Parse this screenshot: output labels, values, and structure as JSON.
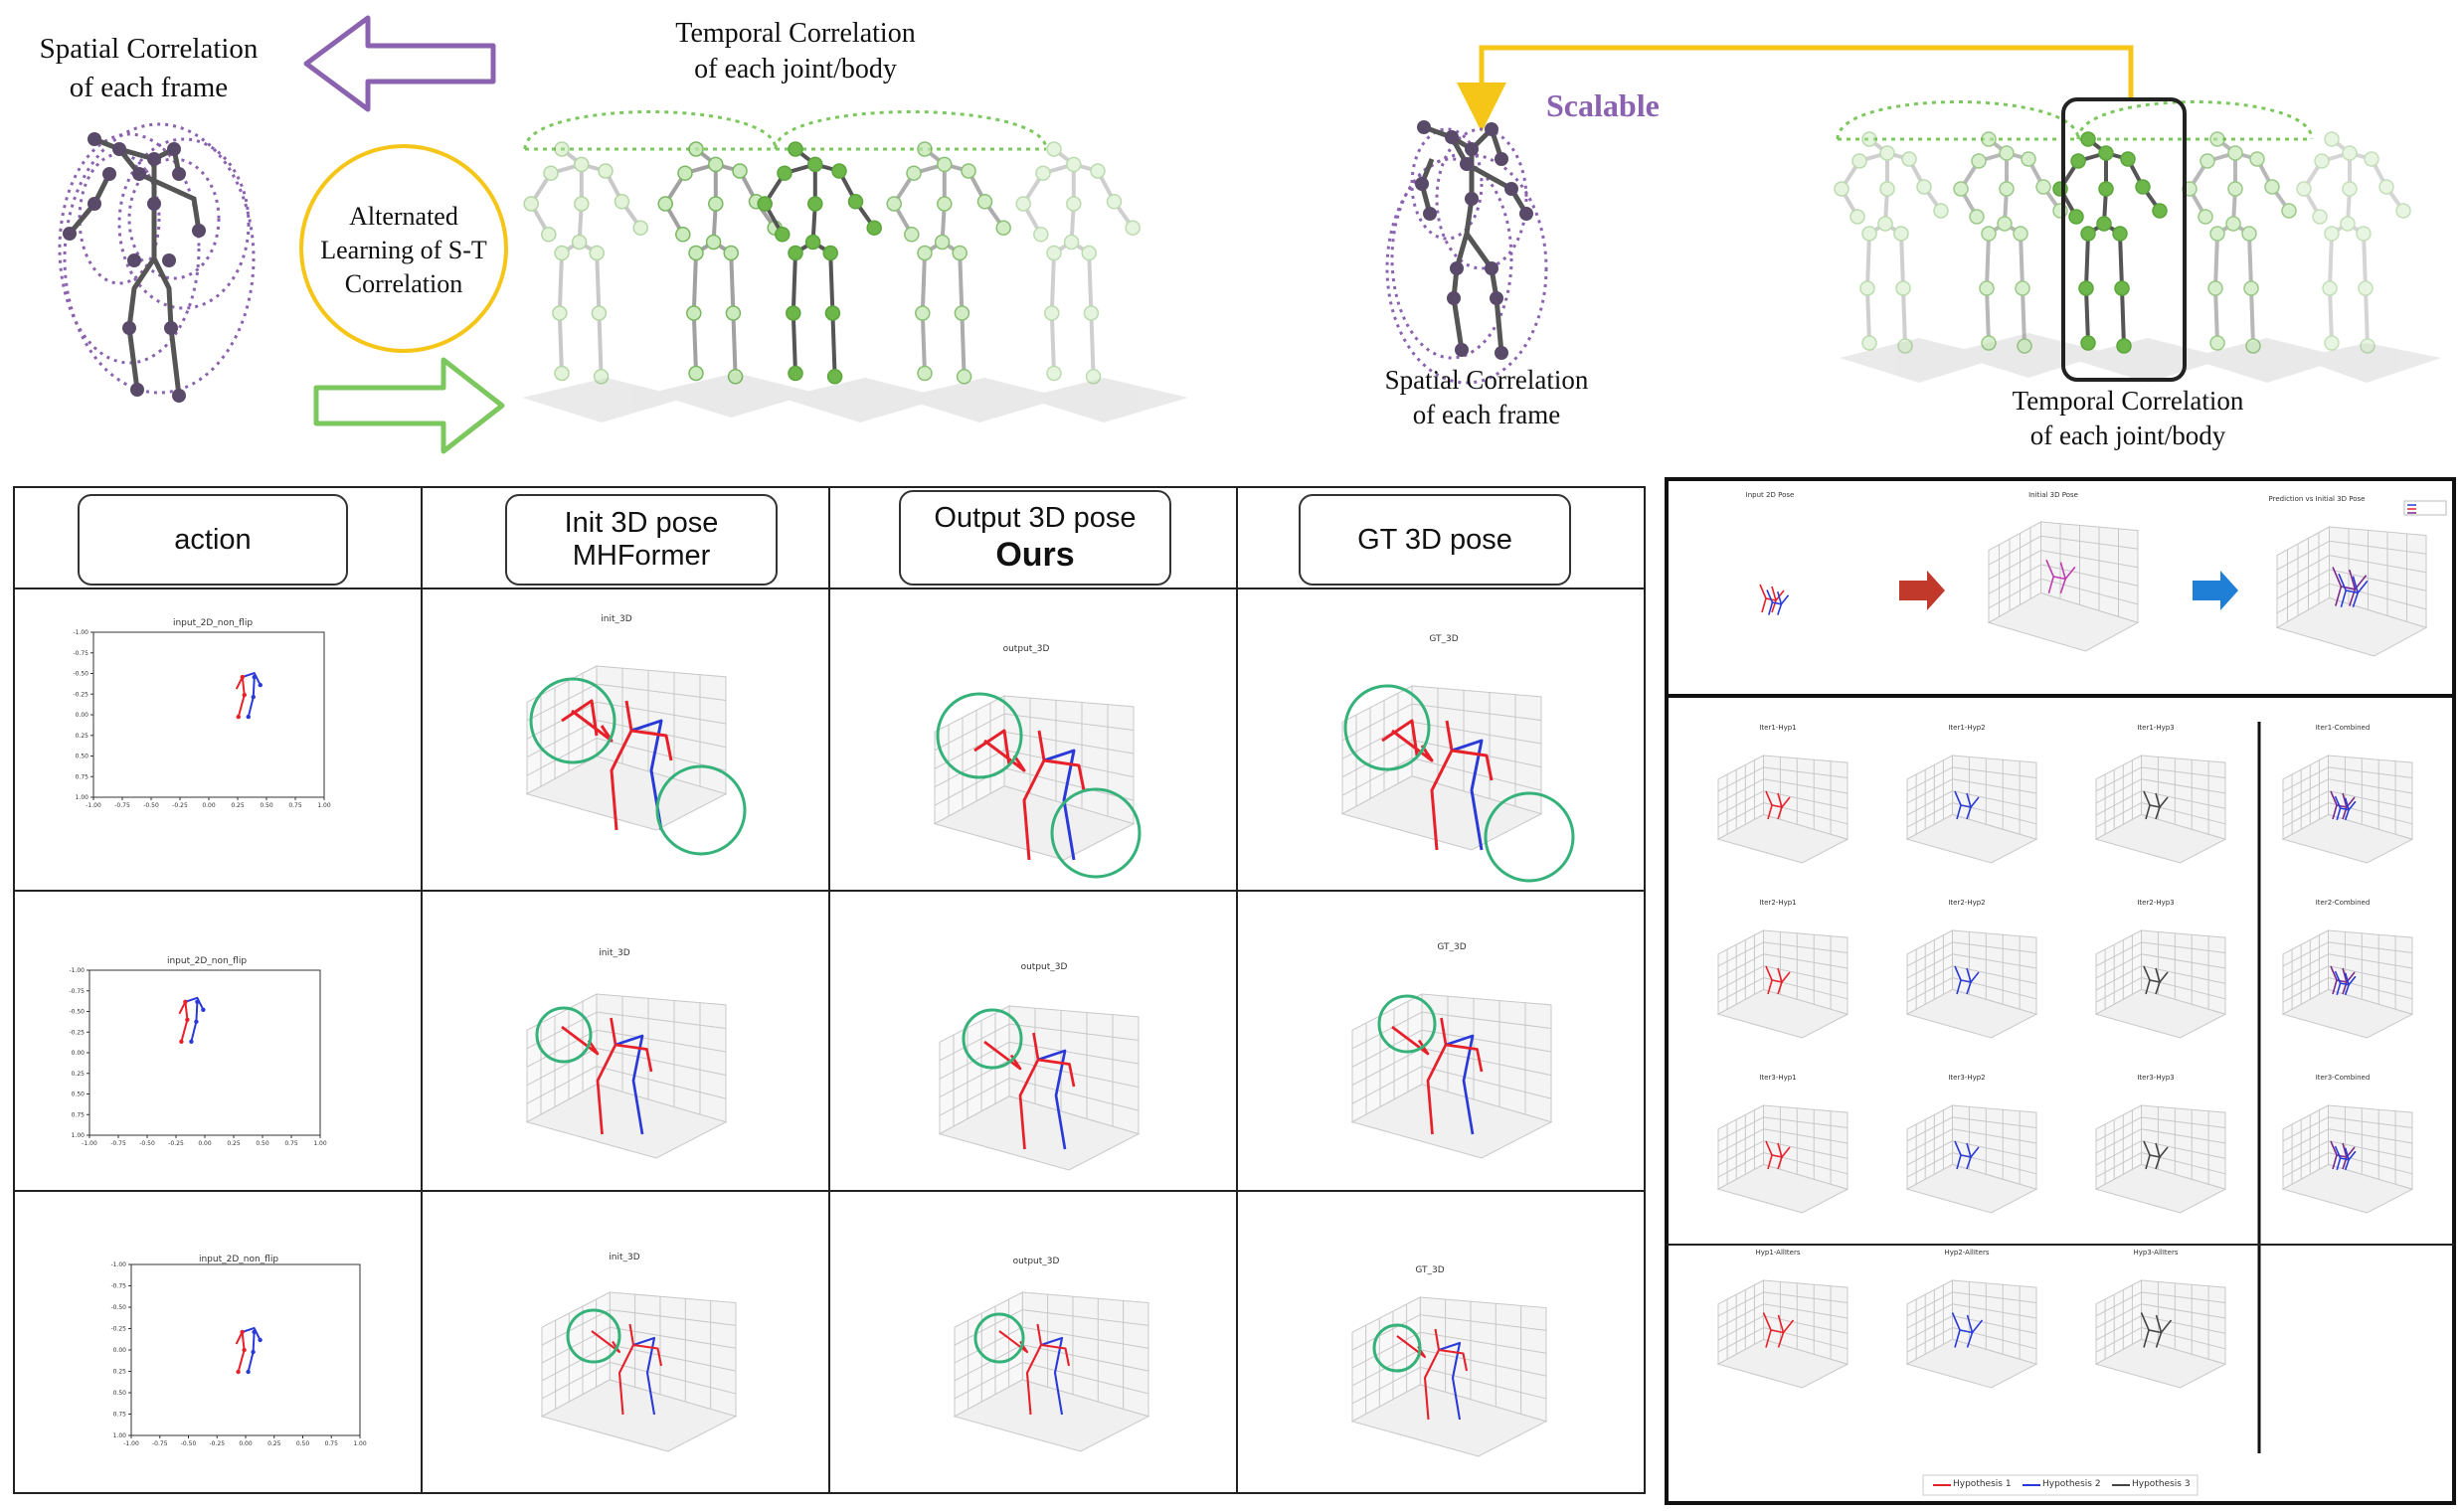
{
  "top_left": {
    "spatial_label": [
      "Spatial Correlation",
      "of each frame"
    ],
    "temporal_label": [
      "Temporal Correlation",
      "of each joint/body"
    ],
    "alternated_label": [
      "Alternated",
      "Learning of S-T",
      "Correlation"
    ]
  },
  "top_right": {
    "scalable_label": "Scalable",
    "spatial_label": [
      "Spatial Correlation",
      "of each frame"
    ],
    "temporal_label": [
      "Temporal Correlation",
      "of each joint/body"
    ]
  },
  "table": {
    "headers": {
      "action": "action",
      "init_line1": "Init 3D pose",
      "init_line2": "MHFormer",
      "output_line1": "Output 3D pose",
      "output_line2": "Ours",
      "gt": "GT 3D pose"
    },
    "rows": [
      {
        "input_title": "input_2D_non_flip",
        "init_title": "init_3D",
        "output_title": "output_3D",
        "gt_title": "GT_3D"
      },
      {
        "input_title": "input_2D_non_flip",
        "init_title": "init_3D",
        "output_title": "output_3D",
        "gt_title": "GT_3D"
      },
      {
        "input_title": "input_2D_non_flip",
        "init_title": "init_3D",
        "output_title": "output_3D",
        "gt_title": "GT_3D"
      }
    ],
    "axis_ticks_y": [
      "-1.00",
      "-0.75",
      "-0.50",
      "-0.25",
      "0.00",
      "0.25",
      "0.50",
      "0.75",
      "1.00"
    ],
    "axis_ticks_x": [
      "-1.00",
      "-0.75",
      "-0.50",
      "-0.25",
      "0.00",
      "0.25",
      "0.50",
      "0.75",
      "1.00"
    ]
  },
  "right_panel": {
    "top_titles": [
      "Input 2D Pose",
      "Initial 3D Pose",
      "Prediction vs Initial 3D Pose"
    ],
    "grid_titles": [
      [
        "Iter1-Hyp1",
        "Iter1-Hyp2",
        "Iter1-Hyp3",
        "Iter1-Combined"
      ],
      [
        "Iter2-Hyp1",
        "Iter2-Hyp2",
        "Iter2-Hyp3",
        "Iter2-Combined"
      ],
      [
        "Iter3-Hyp1",
        "Iter3-Hyp2",
        "Iter3-Hyp3",
        "Iter3-Combined"
      ],
      [
        "Hyp1-AllIters",
        "Hyp2-AllIters",
        "Hyp3-AllIters"
      ]
    ],
    "legend": [
      "Hypothesis 1",
      "Hypothesis 2",
      "Hypothesis 3"
    ]
  },
  "colors": {
    "purple": "#8a62b0",
    "green": "#7cc85f",
    "yellow": "#f5c518",
    "joint_dark": "#5a4a6a",
    "red": "#e8202a",
    "blue": "#2a3ad8",
    "teal_circle": "#35b27a",
    "arrow_red": "#c0392b",
    "arrow_blue": "#1f7fd6"
  }
}
